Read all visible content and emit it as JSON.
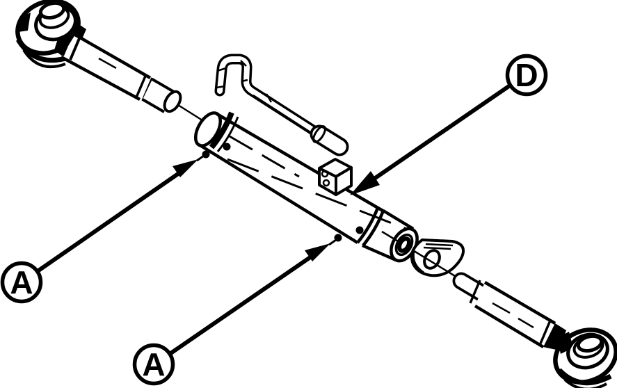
{
  "figure": {
    "kind": "exploded-parts-line-diagram",
    "subject": "top-link-turnbuckle-assembly",
    "background_color": "#ffffff",
    "line_color": "#000000"
  },
  "callouts": [
    {
      "id": "callout-a-left",
      "label": "A",
      "points_to": "grease-point-left"
    },
    {
      "id": "callout-a-bottom",
      "label": "A",
      "points_to": "grease-point-right"
    },
    {
      "id": "callout-d",
      "label": "D",
      "points_to": "turnbuckle-barrel"
    }
  ],
  "parts": [
    {
      "name": "upper-rod-end-ball-joint"
    },
    {
      "name": "locking-handle"
    },
    {
      "name": "turnbuckle-barrel"
    },
    {
      "name": "clamp-block"
    },
    {
      "name": "tab-lock-washer"
    },
    {
      "name": "lower-rod-end-ball-joint"
    }
  ]
}
